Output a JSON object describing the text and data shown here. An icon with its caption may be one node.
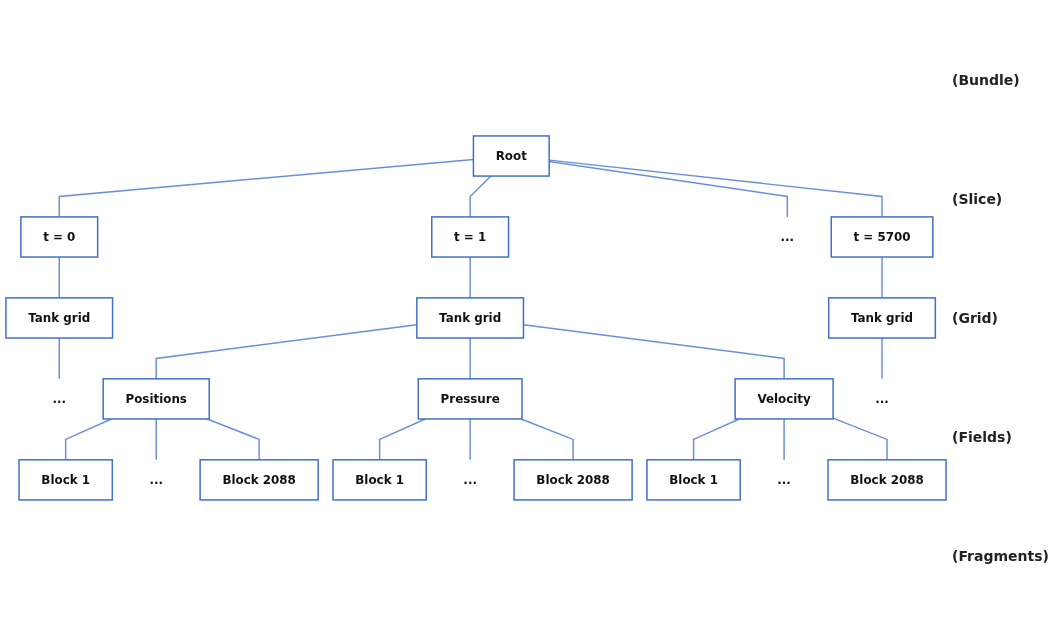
{
  "diagram": {
    "nodes": [
      {
        "text": [
          "Root"
        ]
      },
      {
        "text": [
          "t = 0"
        ]
      },
      {
        "text": [
          "t = 1"
        ]
      },
      {
        "text": [
          "..."
        ]
      },
      {
        "text": [
          "t = 5700"
        ]
      },
      {
        "text": [
          "Tank grid"
        ]
      },
      {
        "text": [
          "Tank grid"
        ]
      },
      {
        "text": [
          "Tank grid"
        ]
      },
      {
        "text": [
          "..."
        ]
      },
      {
        "text": [
          "Positions"
        ]
      },
      {
        "text": [
          "Pressure"
        ]
      },
      {
        "text": [
          "Velocity"
        ]
      },
      {
        "text": [
          "..."
        ]
      },
      {
        "text": [
          "Block 1"
        ]
      },
      {
        "text": [
          "..."
        ]
      },
      {
        "text": [
          "Block 2088"
        ]
      },
      {
        "text": [
          "Block 1"
        ]
      },
      {
        "text": [
          "..."
        ]
      },
      {
        "text": [
          "Block 2088"
        ]
      },
      {
        "text": [
          "Block 1"
        ]
      },
      {
        "text": [
          "..."
        ]
      },
      {
        "text": [
          "Block 2088"
        ]
      }
    ],
    "edges": [
      {
        "from": 0,
        "to": 1,
        "arrow": "none"
      },
      {
        "from": 0,
        "to": 2,
        "arrow": "none"
      },
      {
        "from": 0,
        "to": 3,
        "arrow": "none"
      },
      {
        "from": 0,
        "to": 4,
        "arrow": "none"
      },
      {
        "from": 1,
        "to": 5,
        "arrow": "none"
      },
      {
        "from": 2,
        "to": 6,
        "arrow": "none"
      },
      {
        "from": 4,
        "to": 7,
        "arrow": "none"
      },
      {
        "from": 5,
        "to": 8,
        "arrow": "none"
      },
      {
        "from": 6,
        "to": 9,
        "arrow": "none"
      },
      {
        "from": 6,
        "to": 10,
        "arrow": "none"
      },
      {
        "from": 6,
        "to": 11,
        "arrow": "none"
      },
      {
        "from": 7,
        "to": 12,
        "arrow": "none"
      },
      {
        "from": 9,
        "to": 13,
        "arrow": "none"
      },
      {
        "from": 9,
        "to": 14,
        "arrow": "none"
      },
      {
        "from": 9,
        "to": 15,
        "arrow": "none"
      },
      {
        "from": 10,
        "to": 16,
        "arrow": "none"
      },
      {
        "from": 10,
        "to": 17,
        "arrow": "none"
      },
      {
        "from": 10,
        "to": 18,
        "arrow": "none"
      },
      {
        "from": 11,
        "to": 19,
        "arrow": "none"
      },
      {
        "from": 11,
        "to": 20,
        "arrow": "none"
      },
      {
        "from": 11,
        "to": 21,
        "arrow": "none"
      }
    ],
    "labels": [
      "(Bundle)",
      "(Slice)",
      "(Grid)",
      "(Fields)",
      "(Fragments)"
    ]
  }
}
